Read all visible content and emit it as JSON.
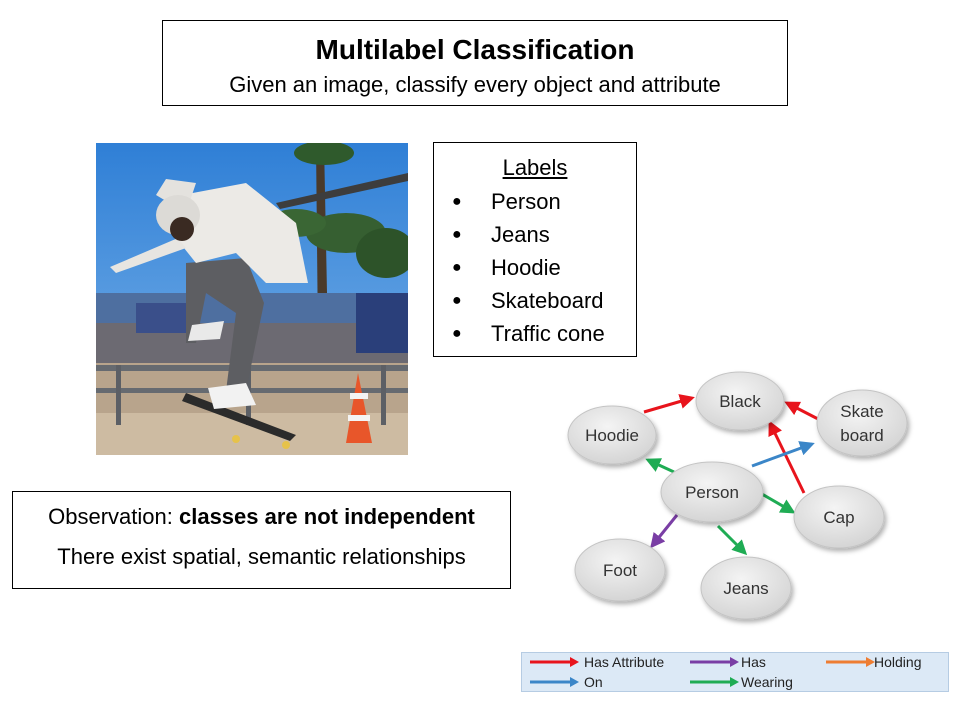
{
  "title": "Multilabel Classification",
  "subtitle": "Given an image, classify every object and attribute",
  "labels": {
    "heading": "Labels",
    "items": [
      "Person",
      "Jeans",
      "Hoodie",
      "Skateboard",
      "Traffic cone"
    ]
  },
  "observation": {
    "prefix": "Observation: ",
    "bold": "classes are not independent",
    "line2": "There exist spatial, semantic relationships"
  },
  "graph": {
    "nodes": {
      "black": "Black",
      "hoodie": "Hoodie",
      "skate1": "Skate",
      "skate2": "board",
      "person": "Person",
      "cap": "Cap",
      "foot": "Foot",
      "jeans": "Jeans"
    }
  },
  "legend": {
    "has_attribute": "Has Attribute",
    "has": "Has",
    "holding": "Holding",
    "on": "On",
    "wearing": "Wearing"
  },
  "colors": {
    "has_attribute": "#e8141c",
    "has": "#7a3ea5",
    "holding": "#ee7d32",
    "on": "#3b86c8",
    "wearing": "#1fac54"
  }
}
